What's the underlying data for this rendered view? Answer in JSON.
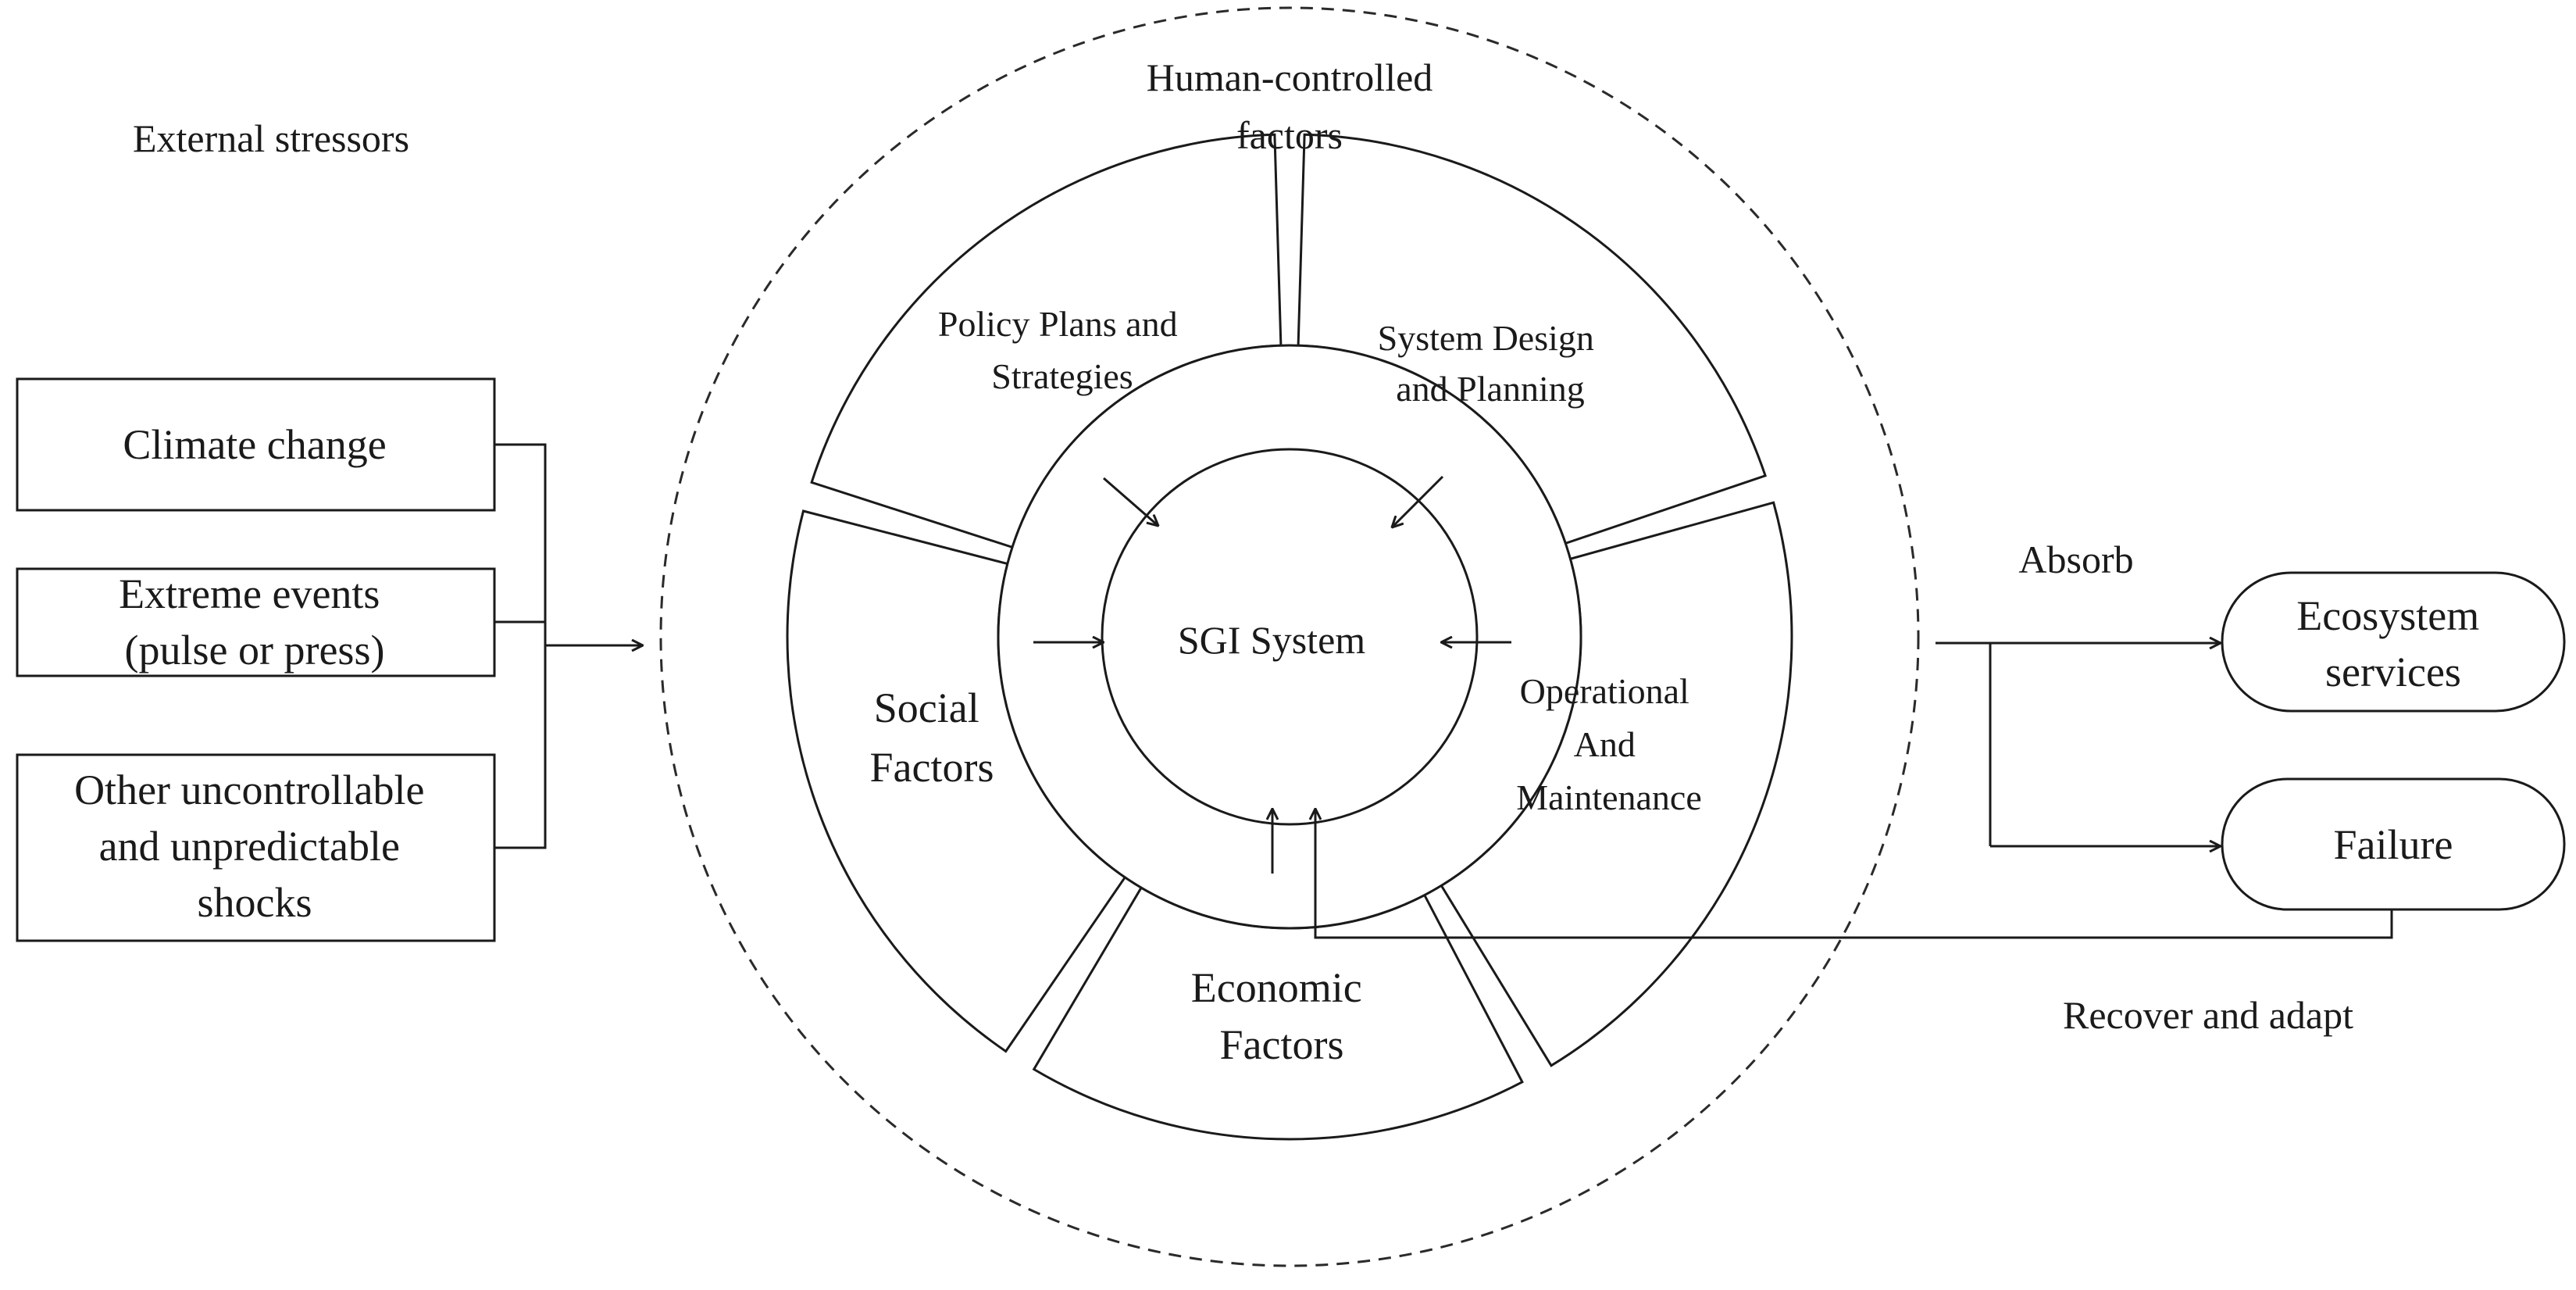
{
  "labels": {
    "external_stressors": "External  stressors",
    "human_controlled_1": "Human-controlled",
    "human_controlled_2": "factors",
    "core": "SGI System",
    "absorb": "Absorb",
    "recover": "Recover and adapt"
  },
  "stressors": [
    {
      "lines": [
        "Climate change"
      ]
    },
    {
      "lines": [
        "Extreme events",
        "(pulse or press)"
      ]
    },
    {
      "lines": [
        "Other uncontrollable",
        "and unpredictable",
        "shocks"
      ]
    }
  ],
  "factors": {
    "policy": [
      "Policy Plans and",
      "Strategies"
    ],
    "design": [
      "System Design",
      "and  Planning"
    ],
    "operational": [
      "Operational",
      "And",
      "Maintenance"
    ],
    "economic": [
      "Economic",
      "Factors"
    ],
    "social": [
      "Social",
      "Factors"
    ]
  },
  "outcomes": {
    "ecosystem": [
      "Ecosystem",
      "services"
    ],
    "failure": [
      "Failure"
    ]
  },
  "colors": {
    "stroke": "#1a1a1a",
    "background": "#ffffff"
  }
}
